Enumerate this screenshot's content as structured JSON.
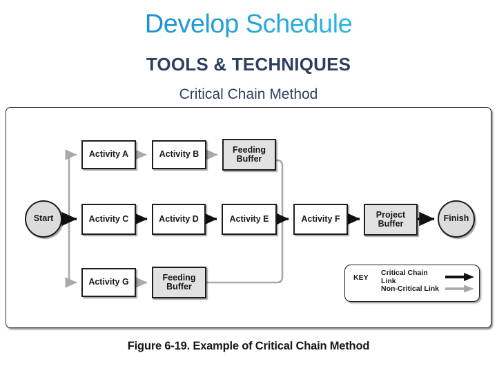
{
  "slide": {
    "title": "Develop Schedule",
    "subtitle_main": "TOOLS & TECHNIQUES",
    "subtitle_sub": "Critical Chain Method",
    "title_gradient_from": "#1a7fd4",
    "title_gradient_to": "#37cde0",
    "subtitle_color": "#2e3f5e"
  },
  "figure": {
    "caption": "Figure 6-19. Example of Critical Chain Method",
    "nodes": {
      "start": "Start",
      "finish": "Finish",
      "activity_a": "Activity A",
      "activity_b": "Activity B",
      "activity_c": "Activity C",
      "activity_d": "Activity D",
      "activity_e": "Activity E",
      "activity_f": "Activity F",
      "activity_g": "Activity G",
      "feeding_buffer_top": "Feeding\nBuffer",
      "feeding_buffer_top_line1": "Feeding",
      "feeding_buffer_top_line2": "Buffer",
      "feeding_buffer_bottom_line1": "Feeding",
      "feeding_buffer_bottom_line2": "Buffer",
      "project_buffer_line1": "Project",
      "project_buffer_line2": "Buffer"
    },
    "key": {
      "label": "KEY",
      "critical_link": "Critical Chain Link",
      "non_critical_link": "Non-Critical Link",
      "critical_color": "#111111",
      "non_critical_color": "#a8a8a8"
    },
    "colors": {
      "box_fill": "#ffffff",
      "buffer_fill": "#e2e2e2",
      "circle_fill": "#dcdcdc",
      "border": "#1d1d1f",
      "frame_border": "#2b2b2b"
    }
  }
}
